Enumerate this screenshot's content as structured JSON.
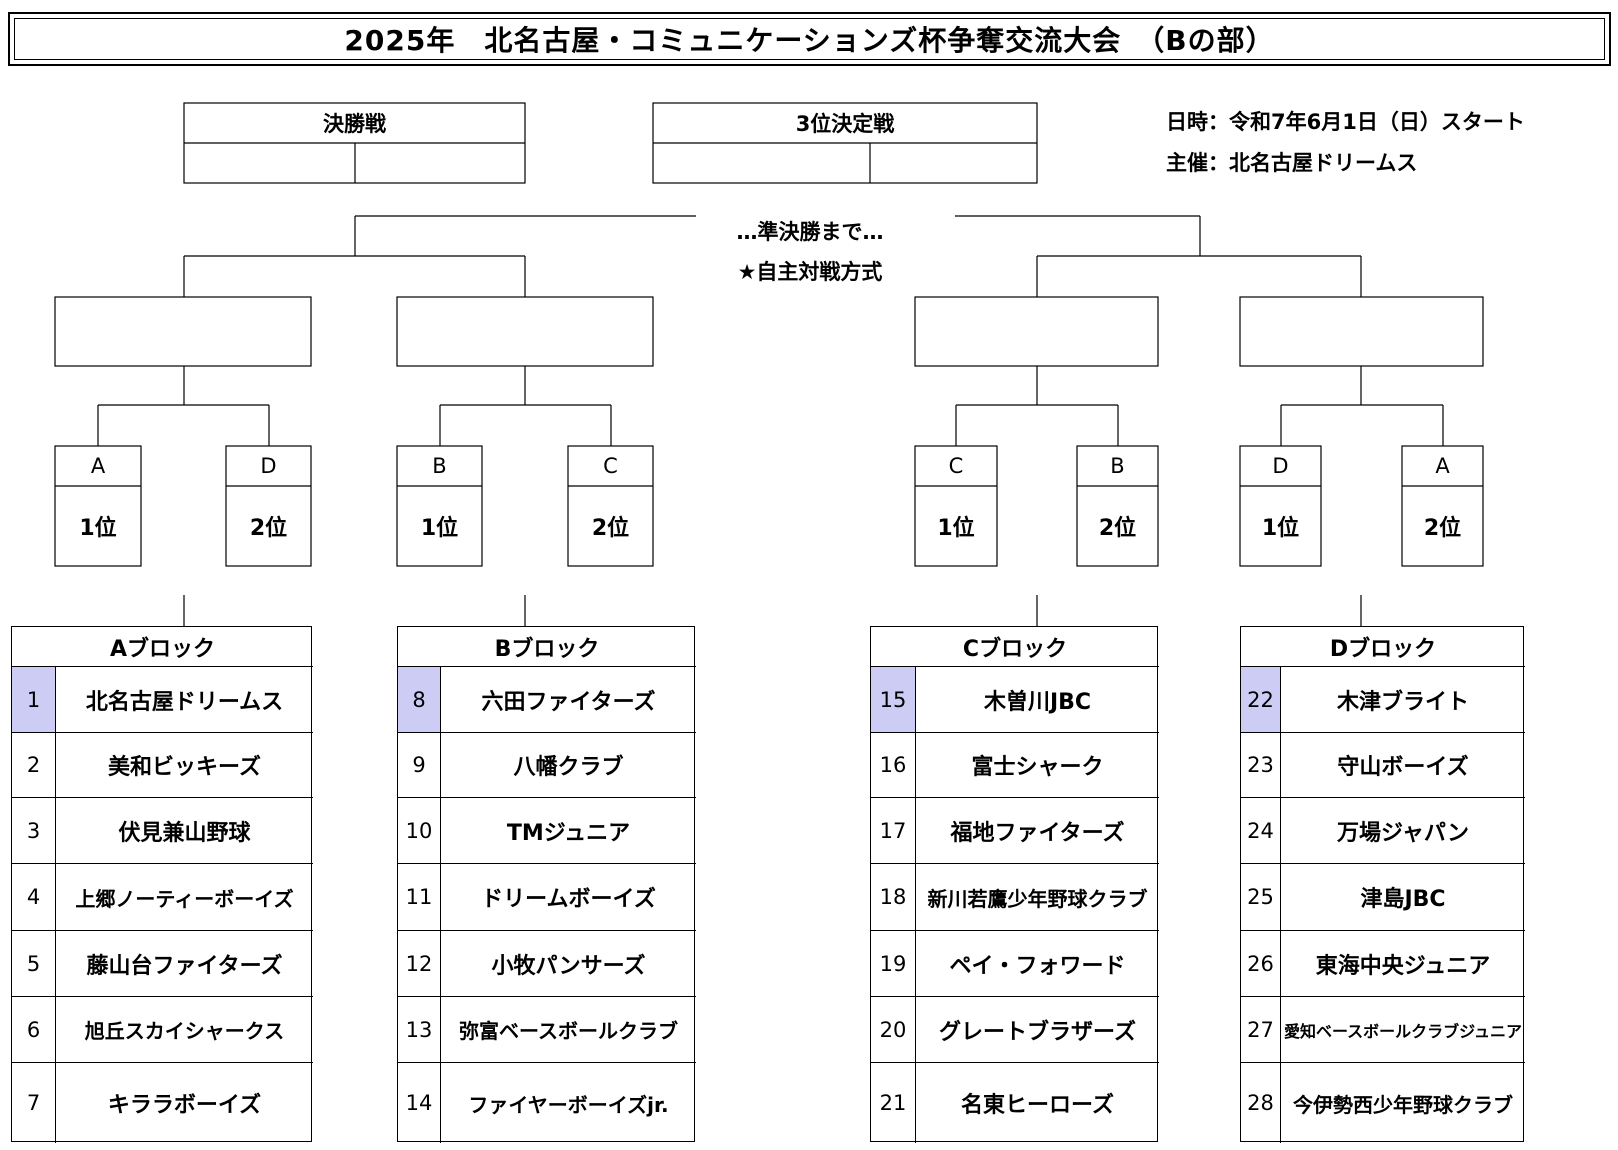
{
  "title": "2025年　北名古屋・コミュニケーションズ杯争奪交流大会　（Bの部）",
  "final": {
    "label": "決勝戦"
  },
  "third_place": {
    "label": "3位決定戦"
  },
  "info": {
    "datetime": "日時：令和7年6月1日（日）スタート",
    "organizer": "主催：北名古屋ドリームス"
  },
  "note": {
    "line1": "…準決勝まで…",
    "line2": "★自主対戦方式"
  },
  "slots": [
    {
      "letter": "A",
      "rank": "1位"
    },
    {
      "letter": "D",
      "rank": "2位"
    },
    {
      "letter": "B",
      "rank": "1位"
    },
    {
      "letter": "C",
      "rank": "2位"
    },
    {
      "letter": "C",
      "rank": "1位"
    },
    {
      "letter": "B",
      "rank": "2位"
    },
    {
      "letter": "D",
      "rank": "1位"
    },
    {
      "letter": "A",
      "rank": "2位"
    }
  ],
  "highlight_color": "#ccccf4",
  "blocks": [
    {
      "title": "Aブロック",
      "teams": [
        {
          "num": "1",
          "name": "北名古屋ドリームス"
        },
        {
          "num": "2",
          "name": "美和ビッキーズ"
        },
        {
          "num": "3",
          "name": "伏見兼山野球"
        },
        {
          "num": "4",
          "name": "上郷ノーティーボーイズ"
        },
        {
          "num": "5",
          "name": "藤山台ファイターズ"
        },
        {
          "num": "6",
          "name": "旭丘スカイシャークス"
        },
        {
          "num": "7",
          "name": "キララボーイズ"
        }
      ]
    },
    {
      "title": "Bブロック",
      "teams": [
        {
          "num": "8",
          "name": "六田ファイターズ"
        },
        {
          "num": "9",
          "name": "八幡クラブ"
        },
        {
          "num": "10",
          "name": "TMジュニア"
        },
        {
          "num": "11",
          "name": "ドリームボーイズ"
        },
        {
          "num": "12",
          "name": "小牧パンサーズ"
        },
        {
          "num": "13",
          "name": "弥富ベースボールクラブ"
        },
        {
          "num": "14",
          "name": "ファイヤーボーイズjr."
        }
      ]
    },
    {
      "title": "Cブロック",
      "teams": [
        {
          "num": "15",
          "name": "木曽川JBC"
        },
        {
          "num": "16",
          "name": "富士シャーク"
        },
        {
          "num": "17",
          "name": "福地ファイターズ"
        },
        {
          "num": "18",
          "name": "新川若鷹少年野球クラブ"
        },
        {
          "num": "19",
          "name": "ペイ・フォワード"
        },
        {
          "num": "20",
          "name": "グレートブラザーズ"
        },
        {
          "num": "21",
          "name": "名東ヒーローズ"
        }
      ]
    },
    {
      "title": "Dブロック",
      "teams": [
        {
          "num": "22",
          "name": "木津ブライト"
        },
        {
          "num": "23",
          "name": "守山ボーイズ"
        },
        {
          "num": "24",
          "name": "万場ジャパン"
        },
        {
          "num": "25",
          "name": "津島JBC"
        },
        {
          "num": "26",
          "name": "東海中央ジュニア"
        },
        {
          "num": "27",
          "name": "愛知ベースボールクラブジュニア"
        },
        {
          "num": "28",
          "name": "今伊勢西少年野球クラブ"
        }
      ]
    }
  ]
}
